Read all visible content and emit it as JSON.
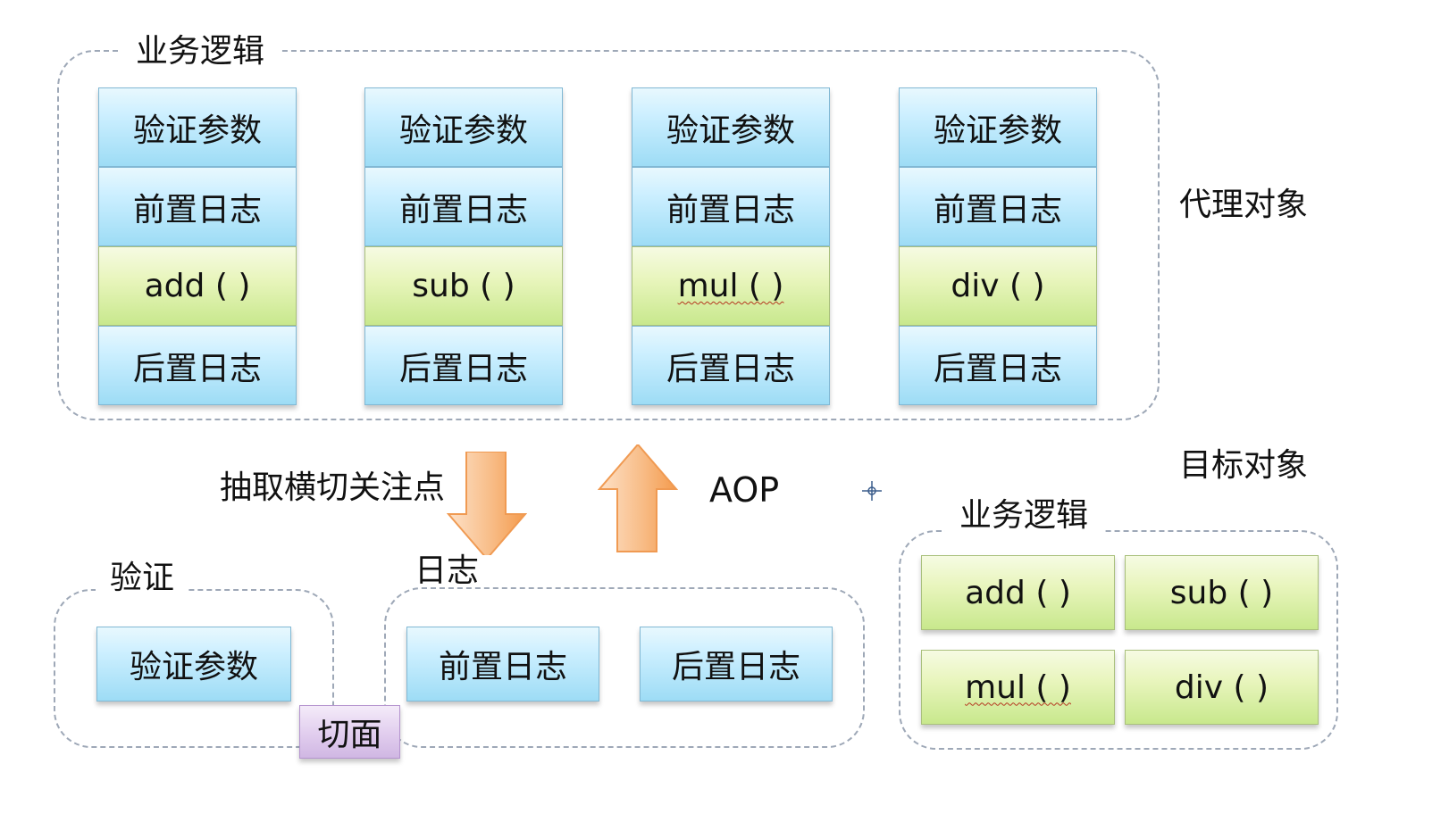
{
  "top_region": {
    "label": "业务逻辑",
    "right_label": "代理对象",
    "stacks": [
      {
        "validation": "验证参数",
        "pre_log": "前置日志",
        "operation": "add ( )",
        "post_log": "后置日志"
      },
      {
        "validation": "验证参数",
        "pre_log": "前置日志",
        "operation": "sub ( )",
        "post_log": "后置日志"
      },
      {
        "validation": "验证参数",
        "pre_log": "前置日志",
        "operation": "mul ( )",
        "post_log": "后置日志"
      },
      {
        "validation": "验证参数",
        "pre_log": "前置日志",
        "operation": "div ( )",
        "post_log": "后置日志"
      }
    ]
  },
  "middle": {
    "extract_label": "抽取横切关注点",
    "aop_label": "AOP",
    "target_label": "目标对象"
  },
  "bottom": {
    "validation_region": {
      "label": "验证",
      "box": "验证参数"
    },
    "log_region": {
      "label": "日志",
      "pre_log": "前置日志",
      "post_log": "后置日志"
    },
    "aspect_label": "切面",
    "business_region": {
      "label": "业务逻辑",
      "operations": [
        "add ( )",
        "sub ( )",
        "mul ( )",
        "div ( )"
      ]
    }
  },
  "icons": {
    "down_arrow": "down-arrow-icon",
    "up_arrow": "up-arrow-icon",
    "cursor": "crosshair-cursor-icon"
  },
  "colors": {
    "blue_box": "#9ddcf5",
    "green_box": "#c8e88d",
    "purple_box": "#d0b7e3",
    "arrow": "#f6a55d",
    "dashed_border": "#9ea8b7"
  }
}
